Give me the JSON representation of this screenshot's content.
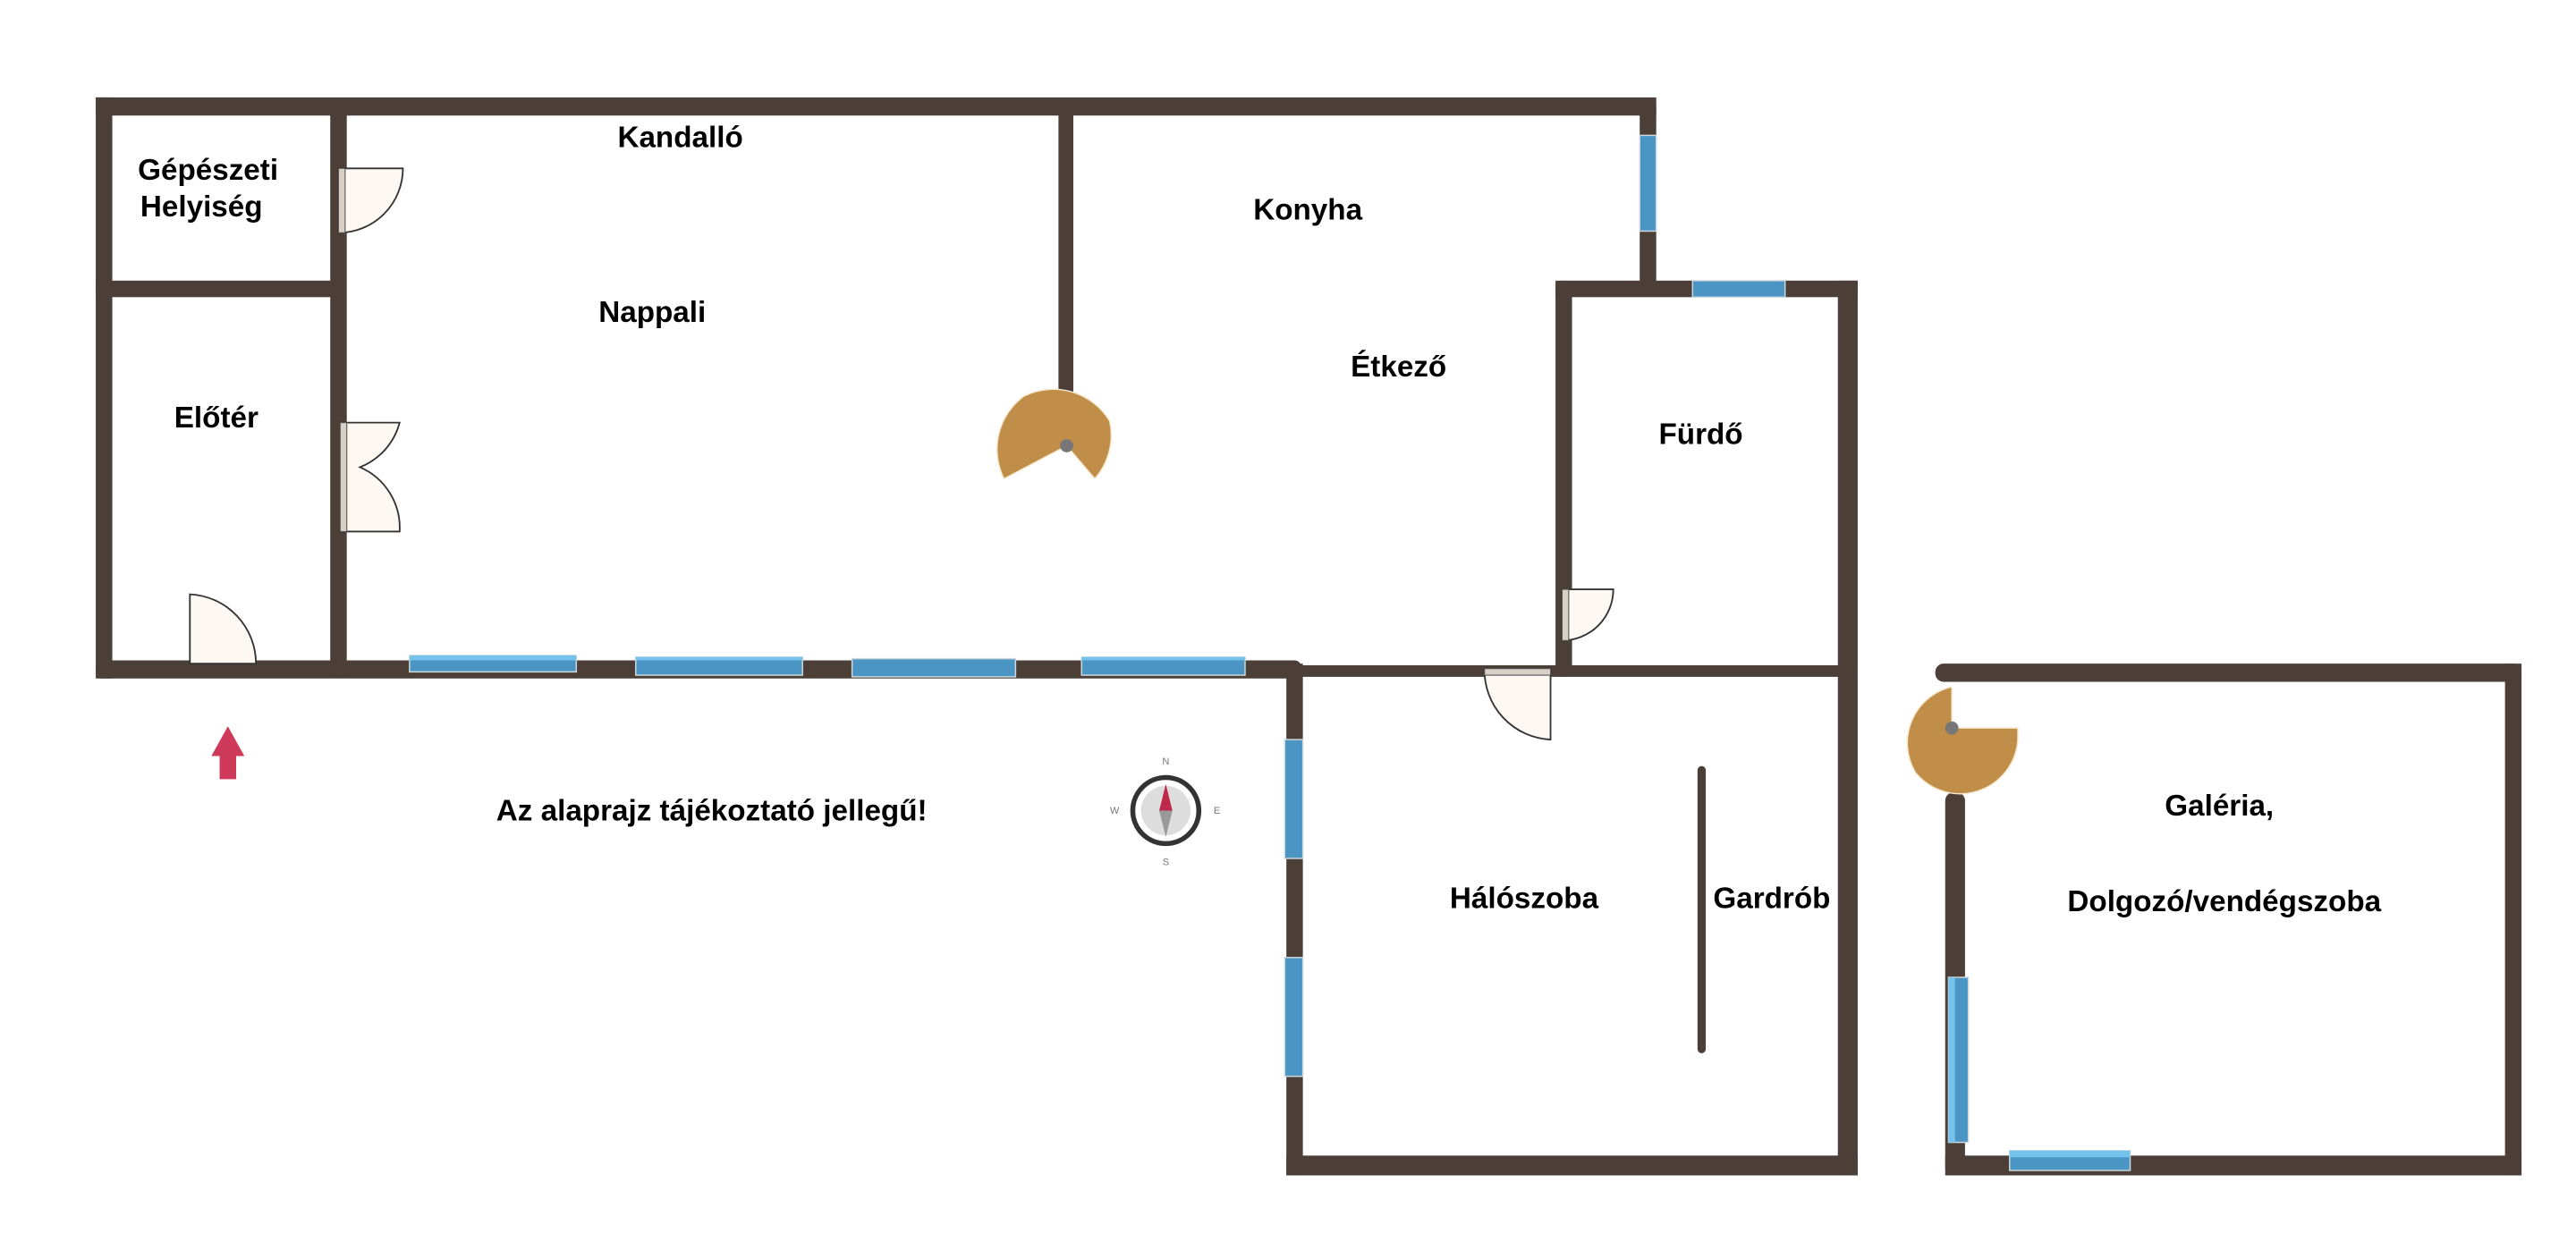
{
  "rooms": {
    "gepeszeti_1": "Gépészeti",
    "gepeszeti_2": "Helyiség",
    "kandallo": "Kandalló",
    "nappali": "Nappali",
    "konyha": "Konyha",
    "etkezo": "Étkező",
    "eloter": "Előtér",
    "furdo": "Fürdő",
    "haloszoba": "Hálószoba",
    "gardrob": "Gardrób",
    "galeria_1": "Galéria,",
    "galeria_2": "Dolgozó/vendégszoba"
  },
  "note": "Az alaprajz tájékoztató jellegű!",
  "compass": {
    "n": "N",
    "s": "S",
    "e": "E",
    "w": "W"
  },
  "colors": {
    "wall": "#4b3f38",
    "window": "#4a95c4",
    "stairs": "#c08e48",
    "entrance_arrow": "#d03a5a"
  }
}
